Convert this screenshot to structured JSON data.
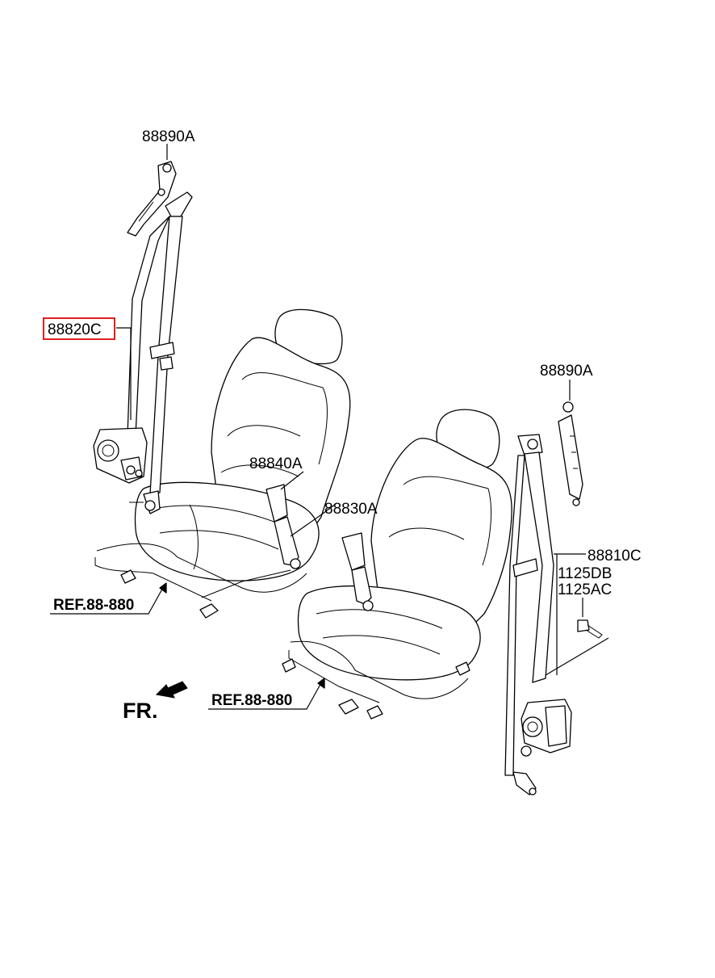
{
  "labels": {
    "anchor_upper_left": "88890A",
    "belt_left": "88820C",
    "buckle_left": "88840A",
    "buckle_right": "88830A",
    "anchor_upper_right": "88890A",
    "belt_right": "88810C",
    "bolt_1": "1125DB",
    "bolt_2": "1125AC",
    "ref_left": "REF.88-880",
    "ref_right": "REF.88-880",
    "front": "FR."
  },
  "highlight_color": "#e02020"
}
